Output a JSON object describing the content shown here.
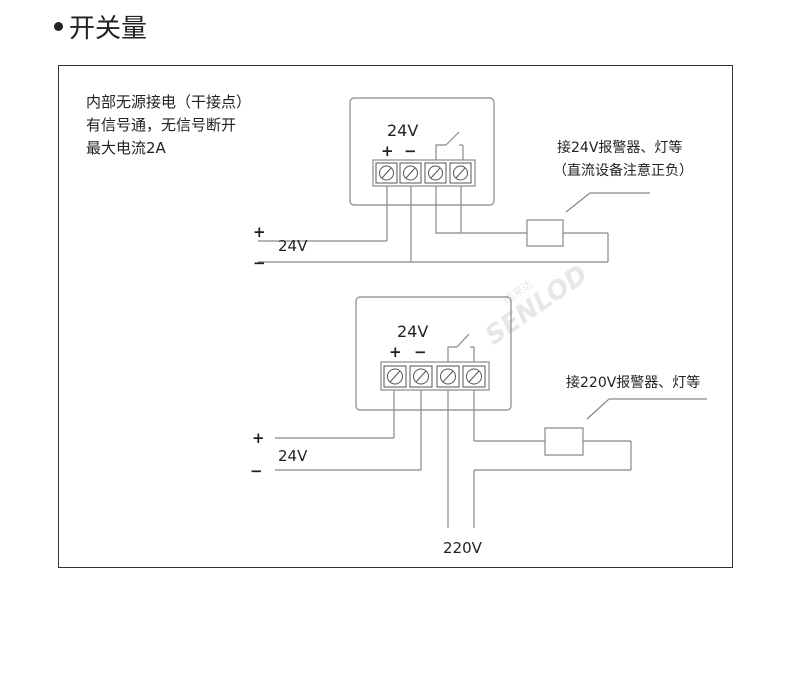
{
  "title": "开关量",
  "notes": {
    "line1": "内部无源接电（干接点）",
    "line2": "有信号通，无信号断开",
    "line3": "最大电流2A"
  },
  "top_circuit": {
    "device_voltage": "24V",
    "plus": "+",
    "minus": "−",
    "supply_plus": "+",
    "supply_minus": "−",
    "supply_voltage": "24V",
    "alarm_label_1": "接24V报警器、灯等",
    "alarm_label_2": "（直流设备注意正负）"
  },
  "bottom_circuit": {
    "device_voltage": "24V",
    "plus": "+",
    "minus": "−",
    "supply_plus": "+",
    "supply_minus": "−",
    "supply_voltage": "24V",
    "alarm_label": "接220V报警器、灯等",
    "mains_voltage": "220V"
  },
  "watermark": {
    "brand_cn": "顺来达",
    "brand_en": "SENLOD"
  }
}
